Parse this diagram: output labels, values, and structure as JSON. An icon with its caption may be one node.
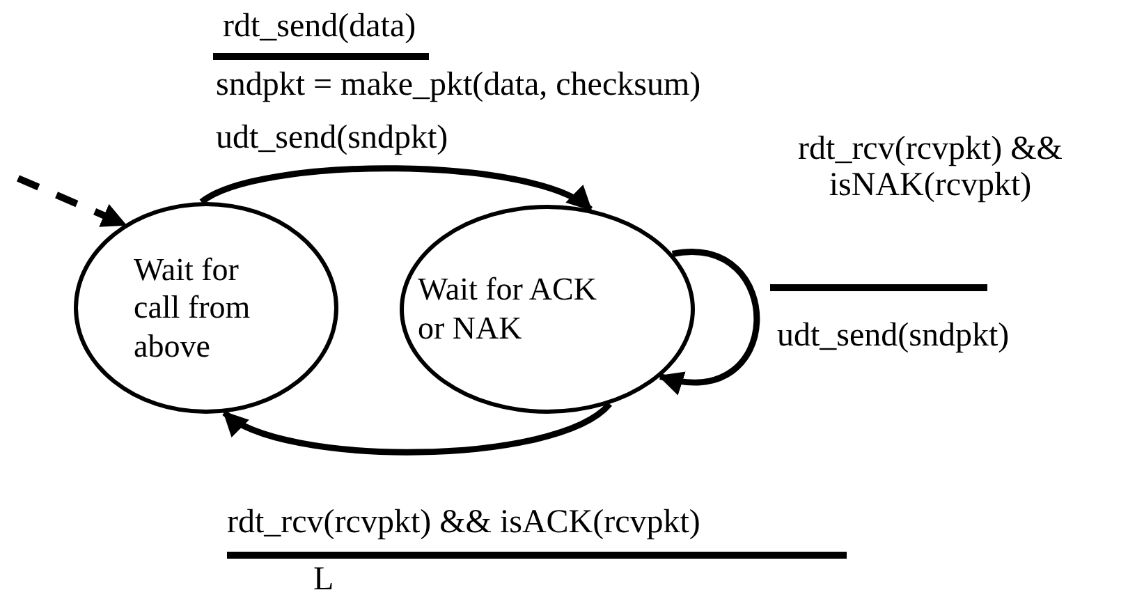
{
  "diagram": {
    "nodes": [
      {
        "text": [
          "Wait for call from above"
        ]
      },
      {
        "text": [
          "Wait for ACK or NAK"
        ]
      }
    ],
    "edges": [
      {
        "from": 0,
        "to": 1,
        "arrow": "to"
      },
      {
        "from": 1,
        "to": 1,
        "arrow": "to"
      },
      {
        "from": 1,
        "to": 0,
        "arrow": "to"
      },
      {
        "from": null,
        "to": 0,
        "arrow": "to",
        "style": "dashed"
      }
    ],
    "labels": [
      "rdt_send(data)",
      "sndpkt = make_pkt(data, checksum)",
      "udt_send(sndpkt)",
      "rdt_rcv(rcvpkt) && isNAK(rcvpkt)",
      "udt_send(sndpkt)",
      "rdt_rcv(rcvpkt) && isACK(rcvpkt)",
      "L"
    ]
  }
}
